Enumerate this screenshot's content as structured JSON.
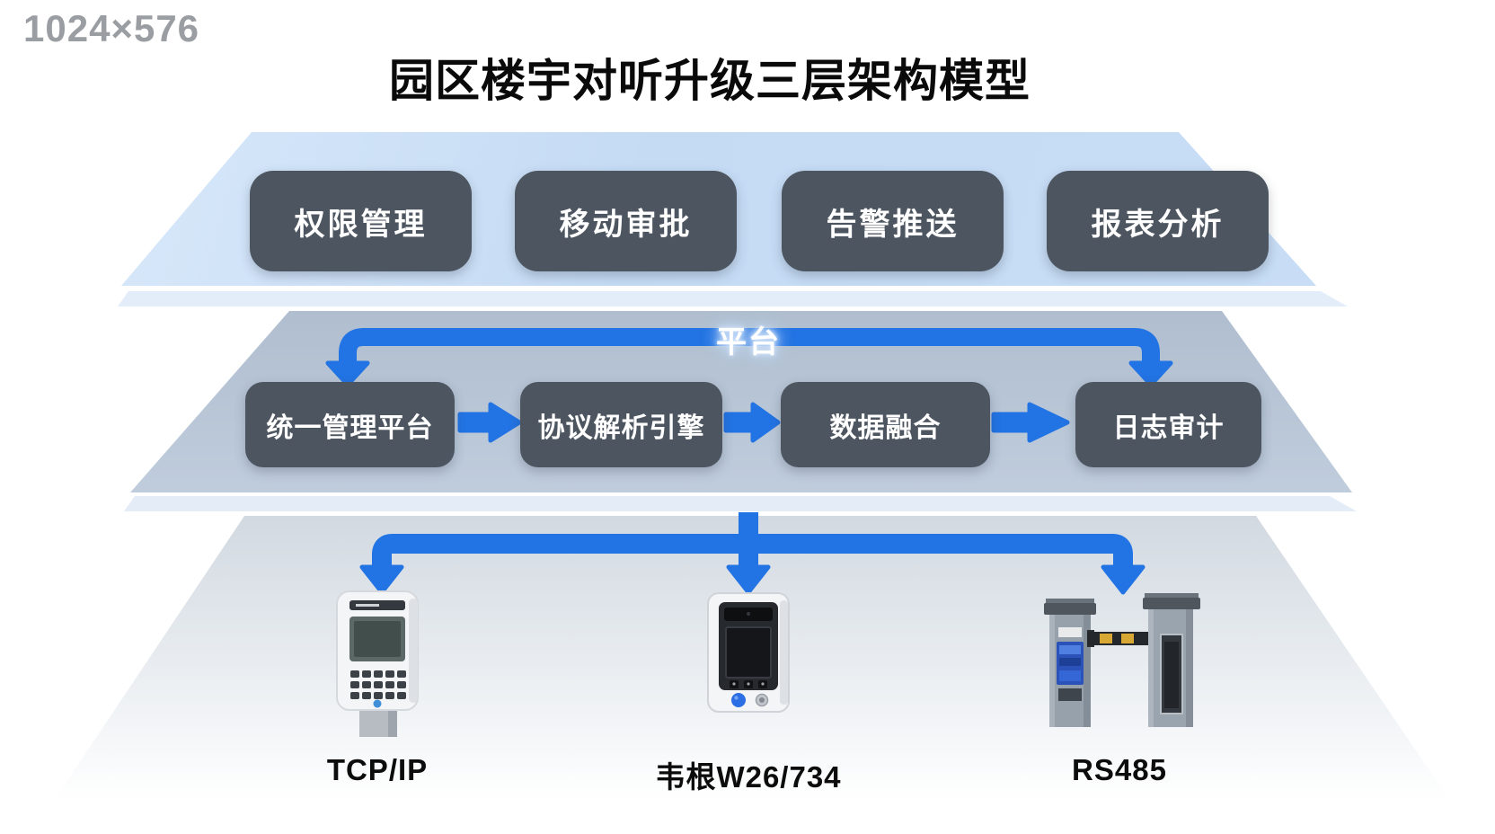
{
  "size_label": "1024×576",
  "title": "园区楼宇对听升级三层架构模型",
  "layers": {
    "application": {
      "boxes": [
        "权限管理",
        "移动审批",
        "告警推送",
        "报表分析"
      ]
    },
    "platform": {
      "arrow_label": "平台",
      "boxes": [
        "统一管理平台",
        "协议解析引擎",
        "数据融合",
        "日志审计"
      ]
    },
    "device": {
      "items": [
        {
          "device": "access-card-terminal",
          "protocol": "TCP/IP"
        },
        {
          "device": "face-recognition-terminal",
          "protocol": "韦根W26/734"
        },
        {
          "device": "barrier-gate",
          "protocol": "RS485"
        }
      ]
    }
  },
  "colors": {
    "arrow_blue": "#2273e3",
    "box_dark": "#4d5660",
    "layer_app_blue": "#c9def6",
    "layer_platform_gray_blue": "#a3b2c4",
    "layer_device_gray": "#9aa7b4"
  }
}
